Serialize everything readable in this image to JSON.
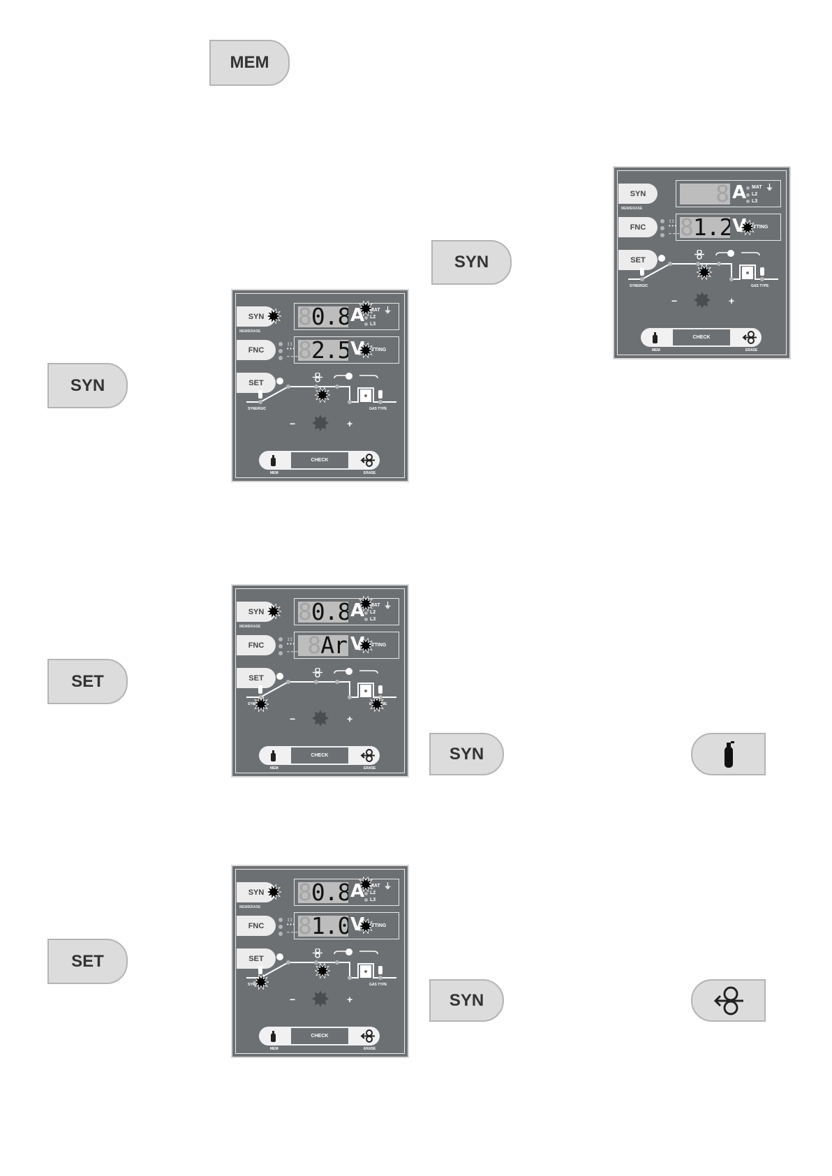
{
  "buttons": {
    "mem": "MEM",
    "syn": "SYN",
    "set": "SET"
  },
  "panel_labels": {
    "syn": "SYN",
    "fnc": "FNC",
    "set": "SET",
    "mem_erase": "MEM/ERASE",
    "mat": "MAT",
    "l2": "L2",
    "l3": "L3",
    "setting": "SETTING",
    "synergic": "SYNERGIC",
    "gas_type": "GAS TYPE",
    "minus": "−",
    "plus": "+",
    "check": "CHECK",
    "mem": "MEM",
    "erase": "ERASE",
    "ampere_unit": "A",
    "volt_unit": "V"
  },
  "panels": [
    {
      "id": "panel-2",
      "display_a": "0.8",
      "display_b": "2.5"
    },
    {
      "id": "panel-3",
      "display_a": "0.8",
      "display_b": "Ar"
    },
    {
      "id": "panel-4",
      "display_a": "0.8",
      "display_b": "1.0"
    },
    {
      "id": "panel-1",
      "display_a": "",
      "display_b": "1.2"
    }
  ],
  "icons": [
    "gas-cylinder-icon",
    "wire-feed-icon",
    "clock-icon",
    "burst-indicator-icon"
  ]
}
